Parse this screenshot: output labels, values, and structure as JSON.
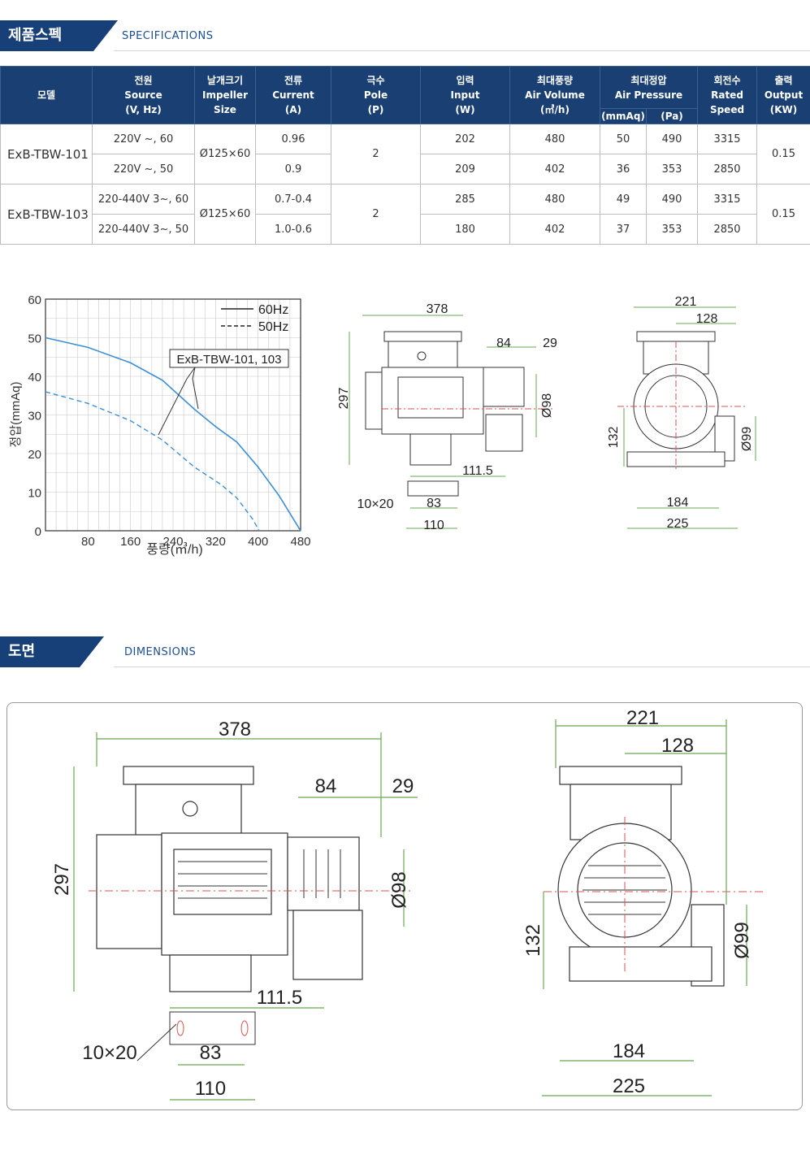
{
  "spec_section": {
    "title": "제품스펙",
    "subtitle": "SPECIFICATIONS"
  },
  "table": {
    "headers": {
      "model": "모델",
      "source": [
        "전원",
        "Source",
        "(V, Hz)"
      ],
      "impeller": [
        "날개크기",
        "Impeller",
        "Size"
      ],
      "current": [
        "전류",
        "Current",
        "(A)"
      ],
      "pole": [
        "극수",
        "Pole",
        "(P)"
      ],
      "input": [
        "입력",
        "Input",
        "(W)"
      ],
      "air_volume": [
        "최대풍량",
        "Air Volume",
        "(㎥/h)"
      ],
      "air_pressure": [
        "최대정압",
        "Air Pressure"
      ],
      "pressure_units": [
        "(mmAq)",
        "(Pa)"
      ],
      "speed": [
        "회전수",
        "Rated",
        "Speed"
      ],
      "output": [
        "출력",
        "Output",
        "(KW)"
      ]
    },
    "models": [
      {
        "name": "ExB-TBW-101",
        "impeller": "Ø125×60",
        "pole": "2",
        "output": "0.15",
        "rows": [
          {
            "source": "220V ~, 60",
            "current": "0.96",
            "input": "202",
            "air_volume": "480",
            "mmaq": "50",
            "pa": "490",
            "speed": "3315"
          },
          {
            "source": "220V ~, 50",
            "current": "0.9",
            "input": "209",
            "air_volume": "402",
            "mmaq": "36",
            "pa": "353",
            "speed": "2850"
          }
        ]
      },
      {
        "name": "ExB-TBW-103",
        "impeller": "Ø125×60",
        "pole": "2",
        "output": "0.15",
        "rows": [
          {
            "source": "220-440V 3~, 60",
            "current": "0.7-0.4",
            "input": "285",
            "air_volume": "480",
            "mmaq": "49",
            "pa": "490",
            "speed": "3315"
          },
          {
            "source": "220-440V 3~, 50",
            "current": "1.0-0.6",
            "input": "180",
            "air_volume": "402",
            "mmaq": "37",
            "pa": "353",
            "speed": "2850"
          }
        ]
      }
    ]
  },
  "chart_data": {
    "type": "line",
    "title": "",
    "xlabel": "풍량(㎥/h)",
    "ylabel": "정압(mmAq)",
    "xlim": [
      0,
      480
    ],
    "ylim": [
      0,
      60
    ],
    "xticks": [
      "80",
      "160",
      "240",
      "320",
      "400",
      "480"
    ],
    "yticks": [
      "0",
      "10",
      "20",
      "30",
      "40",
      "50",
      "60"
    ],
    "grid": true,
    "legend_position": "top-right",
    "annotation": "ExB-TBW-101, 103",
    "series": [
      {
        "name": "60Hz",
        "style": "solid",
        "color": "#3b8fd6",
        "x": [
          0,
          80,
          160,
          220,
          280,
          320,
          360,
          400,
          440,
          480
        ],
        "y": [
          50,
          47.5,
          43.5,
          39,
          31.5,
          27,
          23,
          16.5,
          9,
          0
        ]
      },
      {
        "name": "50Hz",
        "style": "dashed",
        "color": "#3b8fd6",
        "x": [
          0,
          80,
          160,
          220,
          280,
          330,
          360,
          390,
          402
        ],
        "y": [
          36,
          33,
          28.5,
          23.5,
          16.5,
          12,
          8.5,
          3,
          0
        ]
      }
    ]
  },
  "small_drawing": {
    "front": {
      "width": "378",
      "d84": "84",
      "d29": "29",
      "height": "297",
      "dia98": "Ø98",
      "d111": "111.5",
      "slot": "10×20",
      "d83": "83",
      "d110": "110"
    },
    "side": {
      "d221": "221",
      "d128": "128",
      "d132": "132",
      "dia99": "Ø99",
      "d184": "184",
      "d225": "225"
    }
  },
  "dim_section": {
    "title": "도면",
    "subtitle": "DIMENSIONS"
  },
  "large_drawing": {
    "front": {
      "width": "378",
      "d84": "84",
      "d29": "29",
      "height": "297",
      "dia98": "Ø98",
      "d111": "111.5",
      "slot": "10×20",
      "d83": "83",
      "d110": "110"
    },
    "side": {
      "d221": "221",
      "d128": "128",
      "d132": "132",
      "dia99": "Ø99",
      "d184": "184",
      "d225": "225"
    }
  },
  "colors": {
    "header": "#1a3f73",
    "accent": "#173f78",
    "dim_line": "#6aa84f",
    "center_line": "#d9534f",
    "curve": "#3b8fd6"
  }
}
